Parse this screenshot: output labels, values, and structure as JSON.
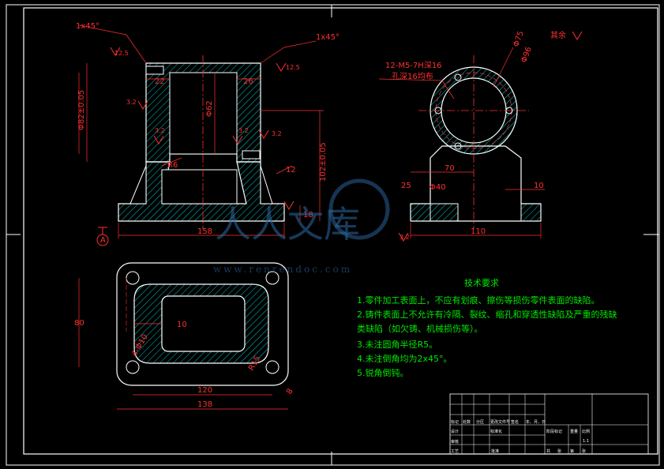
{
  "drawing": {
    "annotations": {
      "chamfer_left": "1x45°",
      "chamfer_right": "1x45°",
      "roughness_tl": "12.5",
      "roughness_tr": "12.5",
      "roughness_side": "3.2",
      "roughness_inner_l": "3.2",
      "roughness_inner_r": "3.2",
      "roughness_base_l": "3.2",
      "roughness_base_r": "3.2",
      "roughness_bottom": "3.2",
      "roughness_rest": "其余",
      "dim_22": "22",
      "dim_26": "26",
      "dim_phi62": "Φ62",
      "dim_phi28": "Φ82±0.05",
      "dim_r6": "R6",
      "dim_12": "12",
      "dim_102": "102±0.05",
      "dim_158": "158",
      "dim_110": "110",
      "dim_70": "70",
      "dim_40": "Φ40",
      "dim_25": "25",
      "dim_10": "10",
      "dim_18": "18",
      "dim_phi75": "Φ75",
      "dim_phi96": "Φ96",
      "thread_spec": "12-M5-7H深16",
      "thread_depth": "孔深16均布",
      "plan_80": "80",
      "plan_120": "120",
      "plan_138": "138",
      "plan_10": "10",
      "plan_4phi10": "4-Φ10",
      "plan_r15": "R15",
      "plan_8": "8",
      "datum": "A"
    },
    "technical_requirements": {
      "title": "技术要求",
      "items": [
        "1.零件加工表面上，不应有划痕、擦伤等损伤零件表面的缺陷。",
        "2.铸件表面上不允许有冷隔、裂纹、缩孔和穿透性缺陷及严重的残缺",
        "类缺陷（如欠铸、机械损伤等）。",
        "3.未注圆角半径R5。",
        "4.未注倒角均为2x45°。",
        "5.锐角倒钝。"
      ]
    },
    "title_block": {
      "labels": [
        "标记",
        "处数",
        "分区",
        "更改文件号",
        "签名",
        "年、月、日",
        "设计",
        "标准化",
        "阶段标记",
        "重量",
        "比例",
        "审核",
        "工艺",
        "批准",
        "共",
        "张",
        "第",
        "张"
      ],
      "scale": "1:1"
    },
    "watermark": {
      "text": "人人文库",
      "url": "www.renrendoc.com"
    }
  }
}
